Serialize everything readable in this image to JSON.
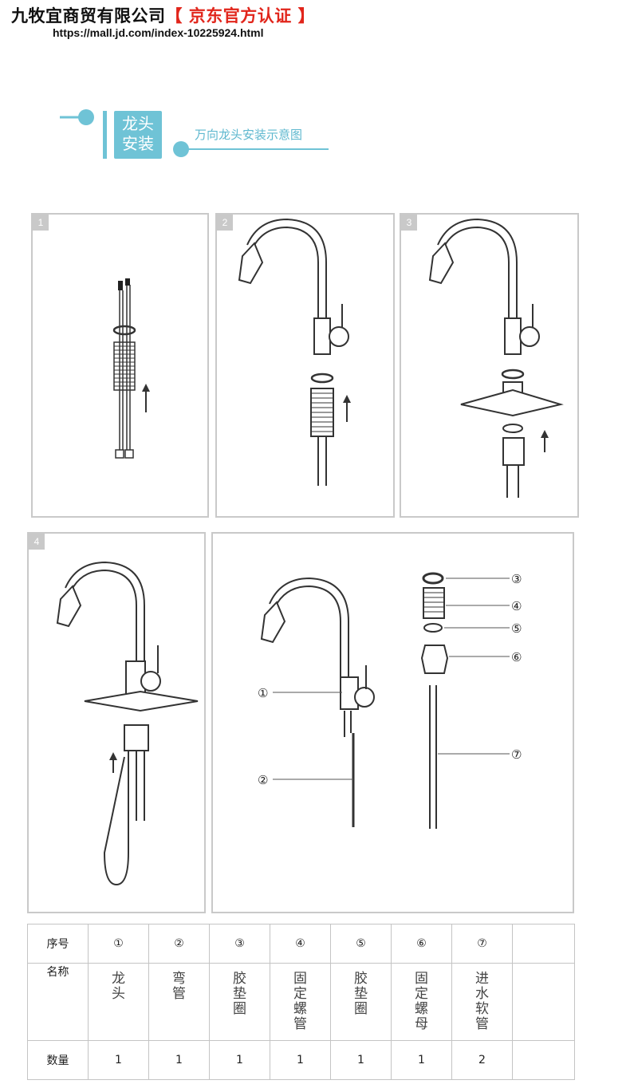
{
  "header": {
    "company": "九牧宜商贸有限公司",
    "cert": "【 京东官方认证 】",
    "url": "https://mall.jd.com/index-10225924.html"
  },
  "section": {
    "badge_line1": "龙头",
    "badge_line2": "安装",
    "subtitle": "万向龙头安装示意图",
    "accent_color": "#6fc3d6"
  },
  "steps": [
    {
      "number": "1"
    },
    {
      "number": "2"
    },
    {
      "number": "3"
    },
    {
      "number": "4"
    }
  ],
  "callouts": [
    "①",
    "②",
    "③",
    "④",
    "⑤",
    "⑥",
    "⑦"
  ],
  "parts_table": {
    "row_labels": {
      "index": "序号",
      "name": "名称",
      "qty": "数量"
    },
    "items": [
      {
        "index": "①",
        "name": "龙头",
        "qty": "1"
      },
      {
        "index": "②",
        "name": "弯管",
        "qty": "1"
      },
      {
        "index": "③",
        "name": "胶垫圈",
        "qty": "1"
      },
      {
        "index": "④",
        "name": "固定螺管",
        "qty": "1"
      },
      {
        "index": "⑤",
        "name": "胶垫圈",
        "qty": "1"
      },
      {
        "index": "⑥",
        "name": "固定螺母",
        "qty": "1"
      },
      {
        "index": "⑦",
        "name": "进水软管",
        "qty": "2"
      }
    ]
  }
}
